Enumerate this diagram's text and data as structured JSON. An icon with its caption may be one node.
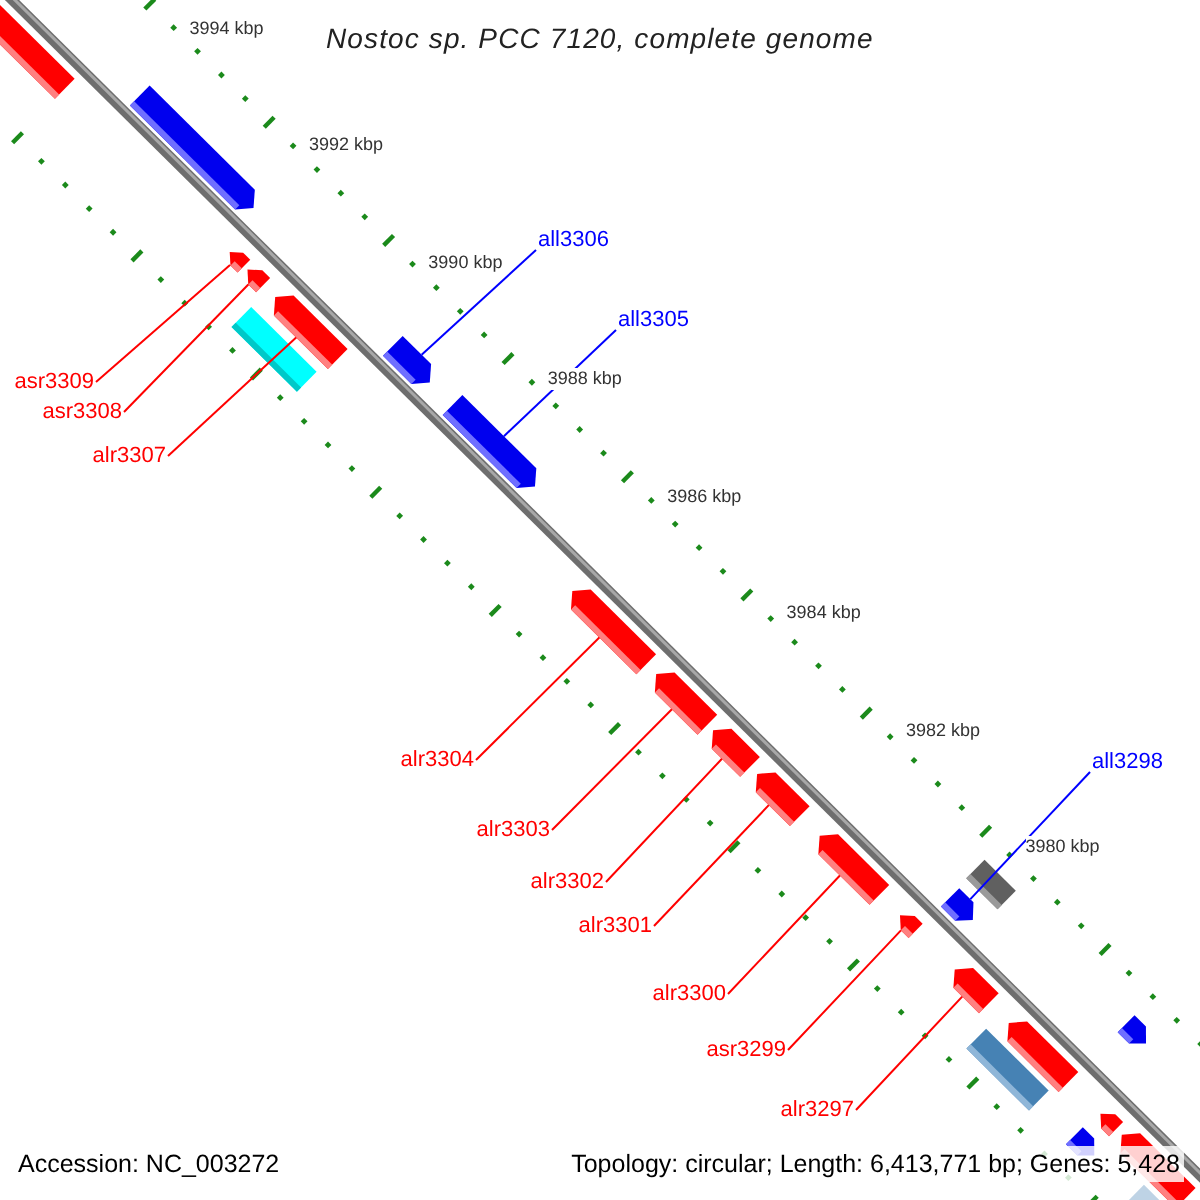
{
  "diagram": {
    "title": "Nostoc sp. PCC 7120, complete genome",
    "nodes": [
      {
        "text": [],
        "shape": "arrow"
      },
      {
        "text": [],
        "shape": "arrow"
      },
      {
        "text": [],
        "shape": "arrow"
      },
      {
        "text": [],
        "shape": "arrow"
      },
      {
        "text": [],
        "shape": "arrow"
      },
      {
        "text": [],
        "shape": "bar"
      },
      {
        "text": [],
        "shape": "arrow"
      },
      {
        "text": [],
        "shape": "arrow"
      },
      {
        "text": [],
        "shape": "arrow"
      },
      {
        "text": [],
        "shape": "arrow"
      },
      {
        "text": [],
        "shape": "arrow"
      },
      {
        "text": [],
        "shape": "arrow"
      },
      {
        "text": [],
        "shape": "arrow"
      },
      {
        "text": [],
        "shape": "arrow"
      },
      {
        "text": [],
        "shape": "arrow"
      },
      {
        "text": [],
        "shape": "bar"
      },
      {
        "text": [],
        "shape": "arrow"
      },
      {
        "text": [],
        "shape": "arrow"
      },
      {
        "text": [],
        "shape": "bar"
      },
      {
        "text": [],
        "shape": "arrow"
      },
      {
        "text": [],
        "shape": "arrow"
      },
      {
        "text": [],
        "shape": "arrow"
      },
      {
        "text": [],
        "shape": "arrow"
      },
      {
        "text": [],
        "shape": "bar"
      },
      {
        "text": [
          "all3306"
        ]
      },
      {
        "text": [
          "all3305"
        ]
      },
      {
        "text": [
          "asr3309"
        ]
      },
      {
        "text": [
          "asr3308"
        ]
      },
      {
        "text": [
          "alr3307"
        ]
      },
      {
        "text": [
          "alr3304"
        ]
      },
      {
        "text": [
          "all3298"
        ]
      },
      {
        "text": [
          "alr3303"
        ]
      },
      {
        "text": [
          "alr3302"
        ]
      },
      {
        "text": [
          "alr3301"
        ]
      },
      {
        "text": [
          "alr3300"
        ]
      },
      {
        "text": [
          "asr3299"
        ]
      },
      {
        "text": [
          "alr3297"
        ]
      }
    ],
    "edges": [
      {
        "from": 24,
        "to": 6,
        "arrow": "none",
        "color": "#0000ff"
      },
      {
        "from": 25,
        "to": 7,
        "arrow": "none",
        "color": "#0000ff"
      },
      {
        "from": 26,
        "to": 2,
        "arrow": "none"
      },
      {
        "from": 27,
        "to": 3,
        "arrow": "none"
      },
      {
        "from": 28,
        "to": 4,
        "arrow": "none"
      },
      {
        "from": 29,
        "to": 8,
        "arrow": "none"
      },
      {
        "from": 30,
        "to": 14,
        "arrow": "none",
        "color": "#0000ff"
      },
      {
        "from": 31,
        "to": 9,
        "arrow": "none"
      },
      {
        "from": 32,
        "to": 10,
        "arrow": "none"
      },
      {
        "from": 33,
        "to": 11,
        "arrow": "none"
      },
      {
        "from": 34,
        "to": 12,
        "arrow": "none"
      },
      {
        "from": 35,
        "to": 13,
        "arrow": "none"
      },
      {
        "from": 36,
        "to": 16,
        "arrow": "none"
      }
    ],
    "labels": [
      "3994 kbp",
      "3992 kbp",
      "3990 kbp",
      "3988 kbp",
      "3986 kbp",
      "3984 kbp",
      "3982 kbp",
      "3980 kbp",
      "Accession: NC_003272",
      "Topology: circular; Length: 6,413,771 bp; Genes: 5,428"
    ]
  }
}
